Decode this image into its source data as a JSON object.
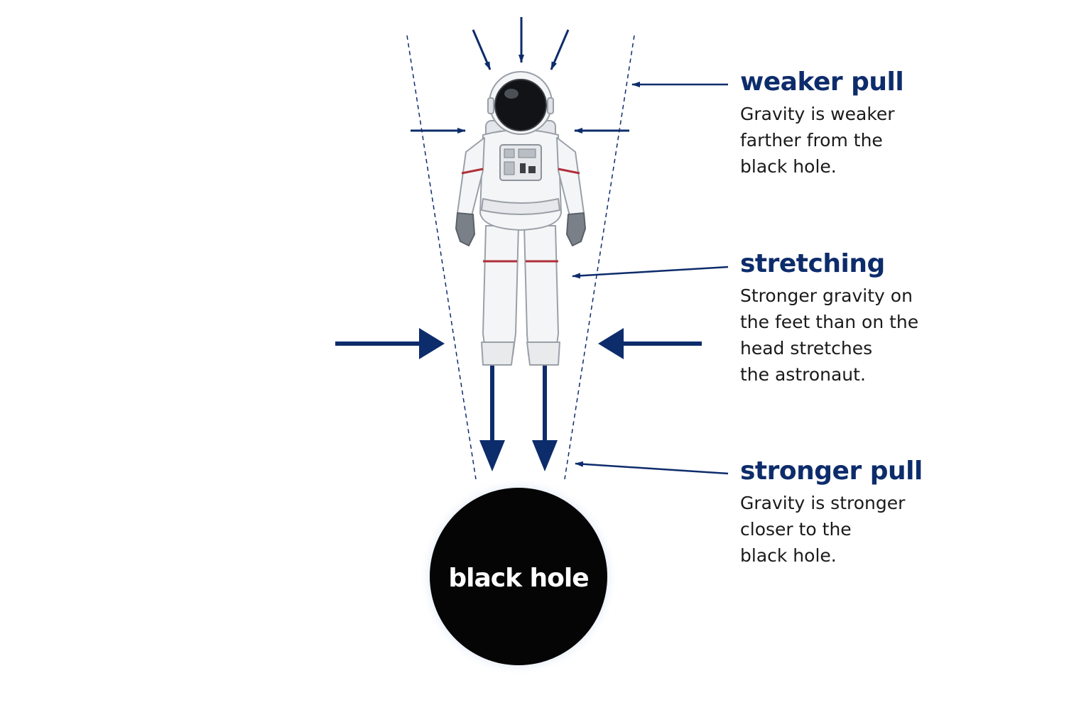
{
  "colors": {
    "accent": "#0d2c6b",
    "black_hole": "#050505",
    "glow": "#c9d8f2",
    "suit": "#f4f5f6",
    "suit_shadow": "#c8ccd2",
    "suit_stripe": "#b0303a",
    "glove": "#7a8088",
    "text": "#1a1a1a"
  },
  "icons": {
    "astronaut": "astronaut-icon",
    "force_arrow": "arrow-icon"
  },
  "black_hole": {
    "label": "black hole"
  },
  "callouts": {
    "weaker_pull": {
      "title": "weaker pull",
      "text": "Gravity is weaker\nfarther from the\nblack hole."
    },
    "stretching": {
      "title": "stretching",
      "text": "Stronger gravity on\nthe feet than on the\nhead stretches\nthe astronaut."
    },
    "stronger_pull": {
      "title": "stronger pull",
      "text": "Gravity is stronger\ncloser to the\nblack hole."
    }
  }
}
